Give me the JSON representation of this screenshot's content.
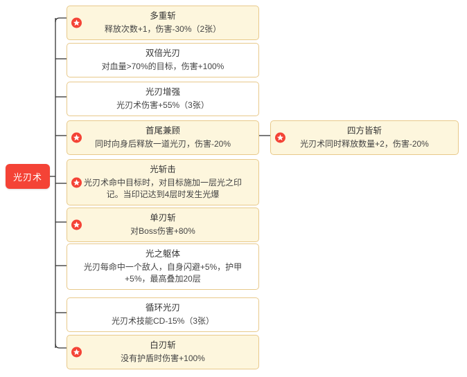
{
  "diagram": {
    "type": "tree",
    "root": {
      "label": "光刃术",
      "color": "#f44336"
    },
    "branch_node": {
      "title": "四方皆斩",
      "desc": "光刃术同时释放数量+2，伤害-20%",
      "has_star": true
    },
    "nodes": [
      {
        "title": "多重斩",
        "desc": "释放次数+1，伤害-30%（2张）",
        "has_star": true
      },
      {
        "title": "双倍光刃",
        "desc": "对血量>70%的目标，伤害+100%",
        "has_star": false
      },
      {
        "title": "光刃增强",
        "desc": "光刃术伤害+55%（3张）",
        "has_star": false
      },
      {
        "title": "首尾兼顾",
        "desc": "同时向身后释放一道光刃，伤害-20%",
        "has_star": true
      },
      {
        "title": "光斩击",
        "desc": "光刃术命中目标时，对目标施加一层光之印记。当印记达到4层时发生光爆",
        "has_star": true
      },
      {
        "title": "单刃斩",
        "desc": "对Boss伤害+80%",
        "has_star": true
      },
      {
        "title": "光之躯体",
        "desc": "光刃每命中一个敌人，自身闪避+5%，护甲+5%，最高叠加20层",
        "has_star": false
      },
      {
        "title": "循环光刃",
        "desc": "光刃术技能CD-15%（3张）",
        "has_star": false
      },
      {
        "title": "白刃斩",
        "desc": "没有护盾时伤害+100%",
        "has_star": true
      }
    ],
    "icons": {
      "star": "star-icon"
    },
    "colors": {
      "accent": "#f44336",
      "node_border": "#e8c98a",
      "node_highlight_bg": "#fdf6dd",
      "line": "#333333"
    }
  }
}
